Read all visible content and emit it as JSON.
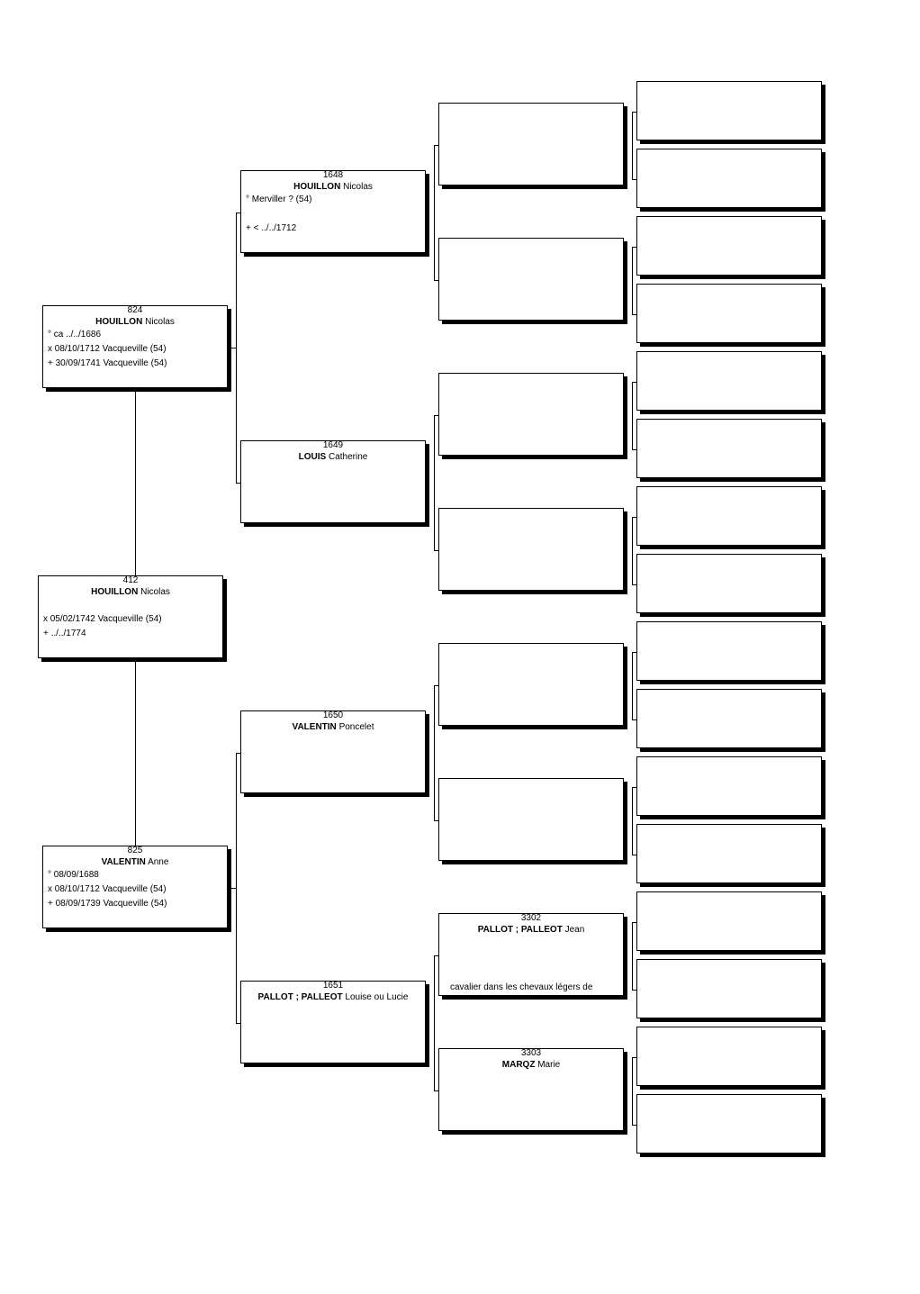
{
  "persons": {
    "p412": {
      "num": "412",
      "surname": "HOUILLON",
      "given": "Nicolas",
      "e1": "",
      "e2": "x 05/02/1742 Vacqueville (54)",
      "e3": "+ ../../1774"
    },
    "p824": {
      "num": "824",
      "surname": "HOUILLON",
      "given": "Nicolas",
      "e1": "° ca ../../1686",
      "e2": "x 08/10/1712 Vacqueville (54)",
      "e3": "+ 30/09/1741 Vacqueville (54)"
    },
    "p825": {
      "num": "825",
      "surname": "VALENTIN",
      "given": "Anne",
      "e1": "° 08/09/1688",
      "e2": "x 08/10/1712 Vacqueville (54)",
      "e3": "+ 08/09/1739 Vacqueville (54)"
    },
    "p1648": {
      "num": "1648",
      "surname": "HOUILLON",
      "given": "Nicolas",
      "e1": "° Merviller ? (54)",
      "e2": "",
      "e3": "+ < ../../1712"
    },
    "p1649": {
      "num": "1649",
      "surname": "LOUIS",
      "given": "Catherine"
    },
    "p1650": {
      "num": "1650",
      "surname": "VALENTIN",
      "given": "Poncelet"
    },
    "p1651": {
      "num": "1651",
      "surname": "PALLOT ; PALLEOT",
      "given": "Louise ou Lucie"
    },
    "p3302": {
      "num": "3302",
      "surname": "PALLOT ; PALLEOT",
      "given": "Jean",
      "note": "cavalier dans les chevaux légers de"
    },
    "p3303": {
      "num": "3303",
      "surname": "MARQZ",
      "given": "Marie"
    }
  }
}
